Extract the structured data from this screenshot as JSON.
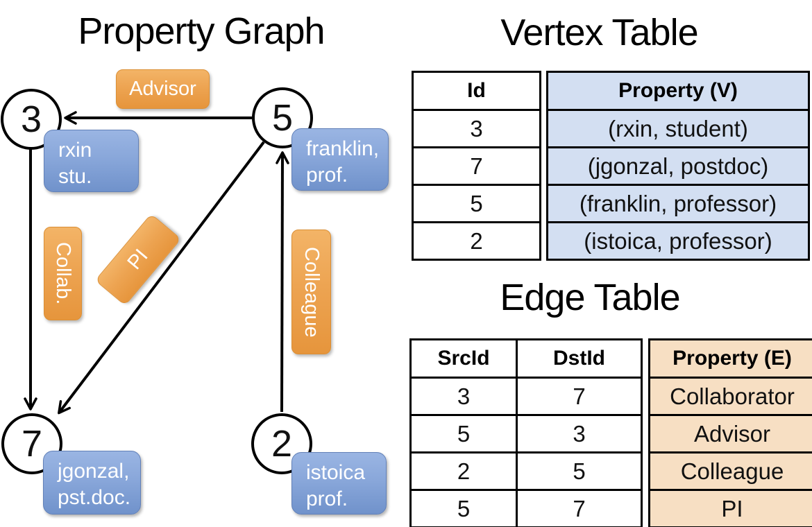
{
  "graph": {
    "title": "Property Graph",
    "nodes": [
      {
        "id": "3",
        "line1": "rxin",
        "line2": "stu."
      },
      {
        "id": "5",
        "line1": "franklin,",
        "line2": "prof."
      },
      {
        "id": "7",
        "line1": "jgonzal,",
        "line2": "pst.doc."
      },
      {
        "id": "2",
        "line1": "istoica",
        "line2": "prof."
      }
    ],
    "edge_labels": {
      "advisor": "Advisor",
      "collab": "Collab.",
      "pi": "PI",
      "colleague": "Colleague"
    }
  },
  "vertex_table": {
    "title": "Vertex Table",
    "headers": {
      "id": "Id",
      "property": "Property (V)"
    },
    "rows": [
      {
        "id": "3",
        "property": "(rxin, student)"
      },
      {
        "id": "7",
        "property": "(jgonzal, postdoc)"
      },
      {
        "id": "5",
        "property": "(franklin, professor)"
      },
      {
        "id": "2",
        "property": "(istoica, professor)"
      }
    ]
  },
  "edge_table": {
    "title": "Edge Table",
    "headers": {
      "src": "SrcId",
      "dst": "DstId",
      "property": "Property (E)"
    },
    "rows": [
      {
        "src": "3",
        "dst": "7",
        "property": "Collaborator"
      },
      {
        "src": "5",
        "dst": "3",
        "property": "Advisor"
      },
      {
        "src": "2",
        "dst": "5",
        "property": "Colleague"
      },
      {
        "src": "5",
        "dst": "7",
        "property": "PI"
      }
    ]
  },
  "colors": {
    "edge_label_orange": "#EC9F47",
    "node_property_blue": "#7F9FD6",
    "vertex_cell_bg": "#D3DFF2",
    "edge_cell_bg": "#F7DFC3",
    "line_black": "#000000"
  }
}
